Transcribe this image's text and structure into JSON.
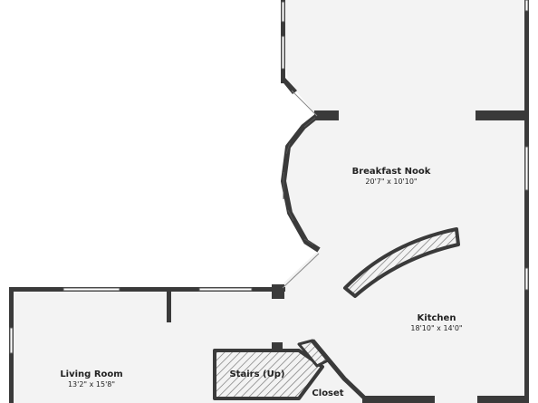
{
  "colors": {
    "floor": "#f3f3f3",
    "wall": "#3a3a3a",
    "hatch": "#777777",
    "background": "#ffffff"
  },
  "rooms": [
    {
      "name": "Breakfast Nook",
      "dims": "20'7\" x 10'10\""
    },
    {
      "name": "Kitchen",
      "dims": "18'10\" x 14'0\""
    },
    {
      "name": "Living Room",
      "dims": "13'2\" x 15'8\""
    },
    {
      "name": "Stairs (Up)"
    },
    {
      "name": "Closet"
    }
  ]
}
